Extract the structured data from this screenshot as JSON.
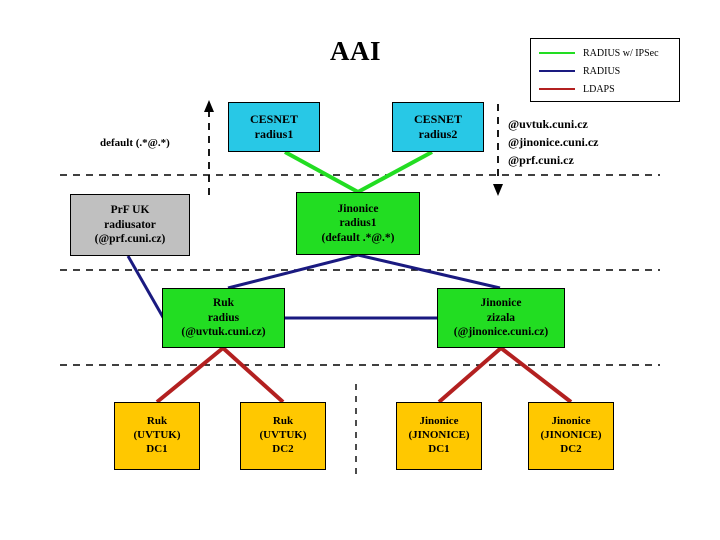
{
  "title": "AAI",
  "colors": {
    "radius_ipsec": "#22dd22",
    "radius": "#1a1a80",
    "ldaps": "#b32020",
    "cyan_box": "#28c8e6",
    "gray_box": "#c0c0c0",
    "green_box": "#22dd22",
    "gold_box": "#ffc800",
    "border": "#000000",
    "background": "#ffffff"
  },
  "legend": {
    "items": [
      {
        "label": "RADIUS w/ IPSec",
        "color": "#22dd22"
      },
      {
        "label": "RADIUS",
        "color": "#1a1a80"
      },
      {
        "label": "LDAPS",
        "color": "#b32020"
      }
    ]
  },
  "annotations": {
    "default_rule": "default (.*@.*)",
    "domains": [
      "@uvtuk.cuni.cz",
      "@jinonice.cuni.cz",
      "@prf.cuni.cz"
    ]
  },
  "nodes": {
    "cesnet_radius1": {
      "lines": [
        "CESNET",
        "radius1"
      ],
      "color": "#28c8e6"
    },
    "cesnet_radius2": {
      "lines": [
        "CESNET",
        "radius2"
      ],
      "color": "#28c8e6"
    },
    "prf_uk": {
      "lines": [
        "PrF UK",
        "radiusator",
        "(@prf.cuni.cz)"
      ],
      "color": "#c0c0c0"
    },
    "jinonice_radius1": {
      "lines": [
        "Jinonice",
        "radius1",
        "(default .*@.*)"
      ],
      "color": "#22dd22"
    },
    "ruk_radius": {
      "lines": [
        "Ruk",
        "radius",
        "(@uvtuk.cuni.cz)"
      ],
      "color": "#22dd22"
    },
    "jinonice_zizala": {
      "lines": [
        "Jinonice",
        "zizala",
        "(@jinonice.cuni.cz)"
      ],
      "color": "#22dd22"
    },
    "ruk_dc1": {
      "lines": [
        "Ruk",
        "(UVTUK)",
        "DC1"
      ],
      "color": "#ffc800"
    },
    "ruk_dc2": {
      "lines": [
        "Ruk",
        "(UVTUK)",
        "DC2"
      ],
      "color": "#ffc800"
    },
    "jinonice_dc1": {
      "lines": [
        "Jinonice",
        "(JINONICE)",
        "DC1"
      ],
      "color": "#ffc800"
    },
    "jinonice_dc2": {
      "lines": [
        "Jinonice",
        "(JINONICE)",
        "DC2"
      ],
      "color": "#ffc800"
    }
  }
}
